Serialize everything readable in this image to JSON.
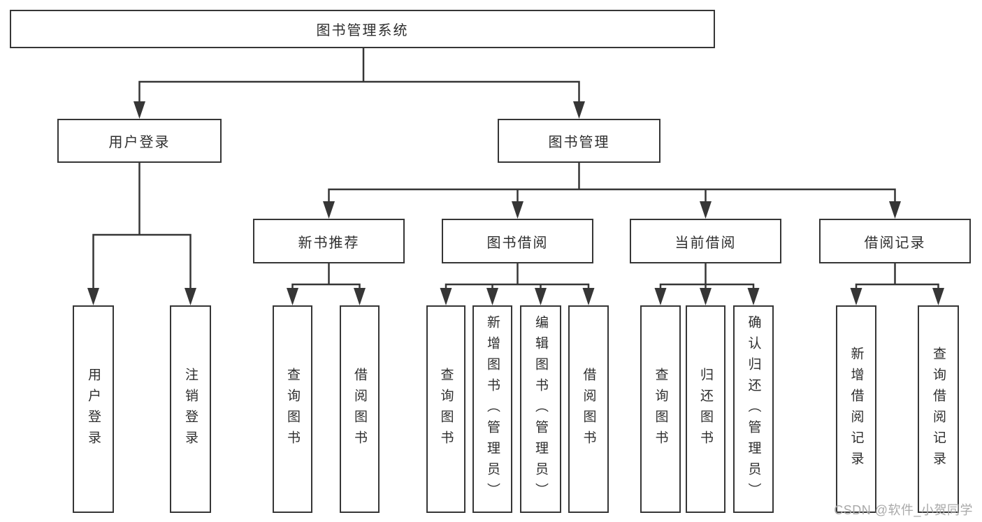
{
  "tree": {
    "label": "图书管理系统",
    "children": [
      {
        "label": "用户登录",
        "children": [
          {
            "label": "用户登录"
          },
          {
            "label": "注销登录"
          }
        ]
      },
      {
        "label": "图书管理",
        "children": [
          {
            "label": "新书推荐",
            "children": [
              {
                "label": "查询图书"
              },
              {
                "label": "借阅图书"
              }
            ]
          },
          {
            "label": "图书借阅",
            "children": [
              {
                "label": "查询图书"
              },
              {
                "label": "新增图书（管理员）"
              },
              {
                "label": "编辑图书（管理员）"
              },
              {
                "label": "借阅图书"
              }
            ]
          },
          {
            "label": "当前借阅",
            "children": [
              {
                "label": "查询图书"
              },
              {
                "label": "归还图书"
              },
              {
                "label": "确认归还（管理员）"
              }
            ]
          },
          {
            "label": "借阅记录",
            "children": [
              {
                "label": "新增借阅记录"
              },
              {
                "label": "查询借阅记录"
              }
            ]
          }
        ]
      }
    ]
  },
  "watermark": {
    "text": "CSDN @软件_小贺同学"
  },
  "colors": {
    "line": "#363636",
    "node_border": "#363636",
    "text": "#2e2e2e",
    "watermark": "#a9a9a9",
    "background": "#ffffff"
  }
}
